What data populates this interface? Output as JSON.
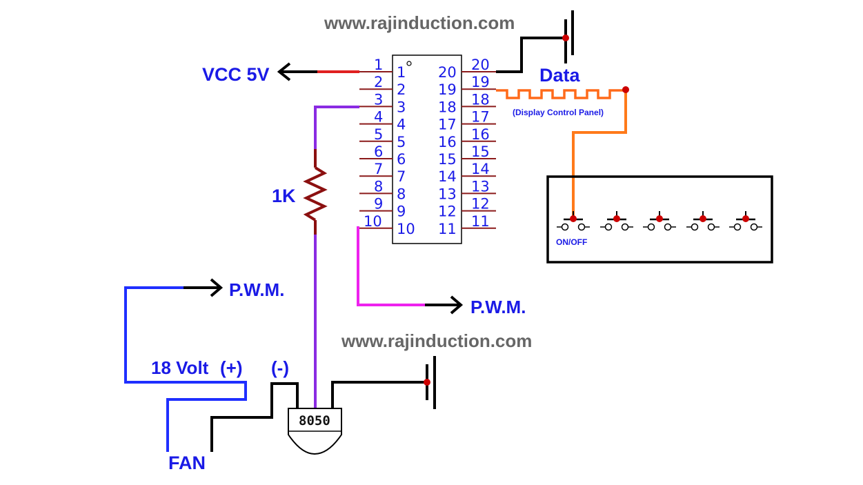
{
  "watermark_top": "www.rajinduction.com",
  "watermark_bottom": "www.rajinduction.com",
  "labels": {
    "vcc": "VCC 5V",
    "data": "Data",
    "display_panel": "(Display Control Panel)",
    "resistor": "1K",
    "pwm_left": "P.W.M.",
    "pwm_right": "P.W.M.",
    "volt": "18 Volt",
    "plus": "(+)",
    "minus": "(-)",
    "fan": "FAN",
    "transistor": "8050",
    "onoff": "ON/OFF"
  },
  "ic": {
    "left_pins": [
      "1",
      "2",
      "3",
      "4",
      "5",
      "6",
      "7",
      "8",
      "9",
      "10"
    ],
    "right_pins": [
      "20",
      "19",
      "18",
      "17",
      "16",
      "15",
      "14",
      "13",
      "12",
      "11"
    ]
  },
  "colors": {
    "label_blue": "#1a1ae6",
    "wire_red": "#e02020",
    "wire_purple": "#8a2be2",
    "wire_magenta": "#ee22ee",
    "wire_orange": "#ff7a1a",
    "wire_blue": "#1f2fff",
    "resistor": "#8b1010",
    "pin_line": "#8b1a1a",
    "dot": "#cc0000"
  },
  "icons": [
    "arrow-icon",
    "ground-icon",
    "switch-icon",
    "resistor-icon",
    "transistor-icon"
  ]
}
